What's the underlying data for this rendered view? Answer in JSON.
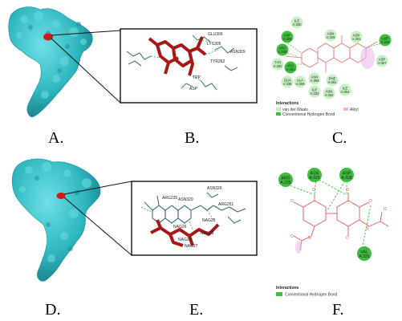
{
  "panels": {
    "A": "A.",
    "B": "B.",
    "C": "C.",
    "D": "D.",
    "E": "E.",
    "F": "F."
  },
  "panel_b": {
    "residue_labels": [
      "GLU306",
      "LYS305",
      "ASN309",
      "TYR262",
      "TRP",
      "ASP"
    ]
  },
  "panel_c": {
    "residues": [
      {
        "name": "ILE",
        "num": "A:330"
      },
      {
        "name": "ASP",
        "num": "A:258"
      },
      {
        "name": "ASN",
        "num": "A:329"
      },
      {
        "name": "ASN",
        "num": "A:331"
      },
      {
        "name": "ASP",
        "num": "A:328"
      },
      {
        "name": "ARG",
        "num": "A:248"
      },
      {
        "name": "TYR",
        "num": "A:262"
      },
      {
        "name": "ARG",
        "num": "A:251"
      },
      {
        "name": "ASP",
        "num": "A:327"
      },
      {
        "name": "GLN",
        "num": "A:336"
      },
      {
        "name": "ALA",
        "num": "A:259"
      },
      {
        "name": "ASN",
        "num": "A:309"
      },
      {
        "name": "PHE",
        "num": "A:261"
      },
      {
        "name": "ILE",
        "num": "A:264"
      },
      {
        "name": "ASN",
        "num": "A:333"
      },
      {
        "name": "ILE",
        "num": "A:332"
      }
    ],
    "legend_title": "Interactions",
    "legend_items": [
      {
        "label": "van der Waals",
        "color": "#c9f0c4"
      },
      {
        "label": "Conventional Hydrogen Bond",
        "color": "#3dbe3d"
      },
      {
        "label": "Alkyl",
        "color": "#e8b7e8"
      }
    ]
  },
  "panel_e": {
    "residue_labels": [
      "ASN326",
      "ARG235",
      "ASN329",
      "ARG251",
      "NAG28",
      "NAG26",
      "NAG28",
      "NAG29",
      "NAG27"
    ]
  },
  "panel_f": {
    "residues": [
      {
        "name": "ARG",
        "num": "A:235"
      },
      {
        "name": "ASN",
        "num": "A:329"
      },
      {
        "name": "ASP",
        "num": "A:328"
      },
      {
        "name": "VAL",
        "num": "A:326"
      }
    ],
    "legend_title": "Interactions",
    "legend_items": [
      {
        "label": "Conventional Hydrogen Bond",
        "color": "#3dbe3d"
      }
    ]
  },
  "colors": {
    "protein": "#2fb7bf",
    "ligand": "#c21d1d",
    "hbond_residue": "#3dbe3d",
    "vdw_residue": "#c9f0c4",
    "ligand_drawing": "#e05a5a"
  }
}
